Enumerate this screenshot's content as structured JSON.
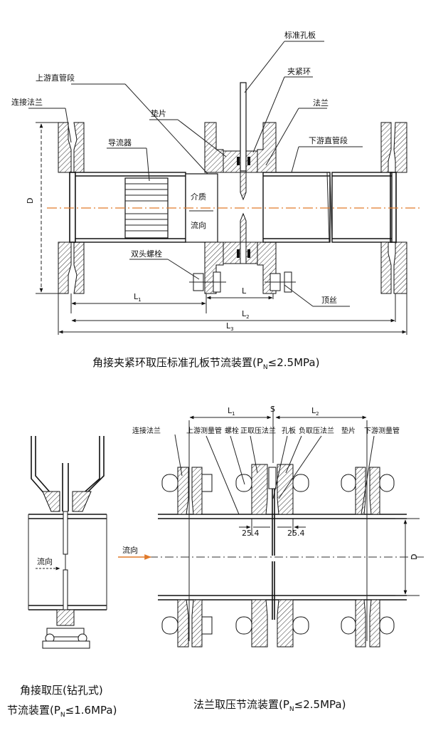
{
  "top_diagram": {
    "labels": {
      "orifice": "标准孔板",
      "clamp_ring": "夹紧环",
      "upstream_pipe": "上游直管段",
      "flange_left": "连接法兰",
      "gasket": "垫片",
      "flange_right": "法兰",
      "straightener": "导流器",
      "downstream_pipe": "下游直管段",
      "medium": "介质",
      "flow": "流向",
      "stud_bolt": "双头螺栓",
      "set_screw": "顶丝"
    },
    "dims": {
      "d": "D",
      "l": "L",
      "l1": "L",
      "l1_sub": "1",
      "l2": "L",
      "l2_sub": "2",
      "l3": "L",
      "l3_sub": "3"
    },
    "caption": {
      "main": "角接夹紧环取压标准孔板节流装置(P",
      "sub": "N",
      "rest": "≤2.5MPa)"
    }
  },
  "bottom_left": {
    "flow": "流向",
    "caption_line1": "角接取压(钻孔式)",
    "caption_line2_main": "节流装置(P",
    "caption_line2_sub": "N",
    "caption_line2_rest": "≤1.6MPa)"
  },
  "bottom_right": {
    "labels": {
      "flange": "连接法兰",
      "upstream_meas": "上游测量管",
      "bolt": "螺栓",
      "pos_flange": "正取压法兰",
      "orifice": "孔板",
      "neg_flange": "负取压法兰",
      "gasket": "垫片",
      "downstream_meas": "下游测量管",
      "flow": "流向"
    },
    "dims": {
      "l1": "L",
      "l1_sub": "1",
      "s": "S",
      "l2": "L",
      "l2_sub": "2",
      "d": "D",
      "tap_left": "25.4",
      "tap_right": "25.4"
    },
    "caption": {
      "main": "法兰取压节流装置(P",
      "sub": "N",
      "rest": "≤2.5MPa)"
    }
  }
}
